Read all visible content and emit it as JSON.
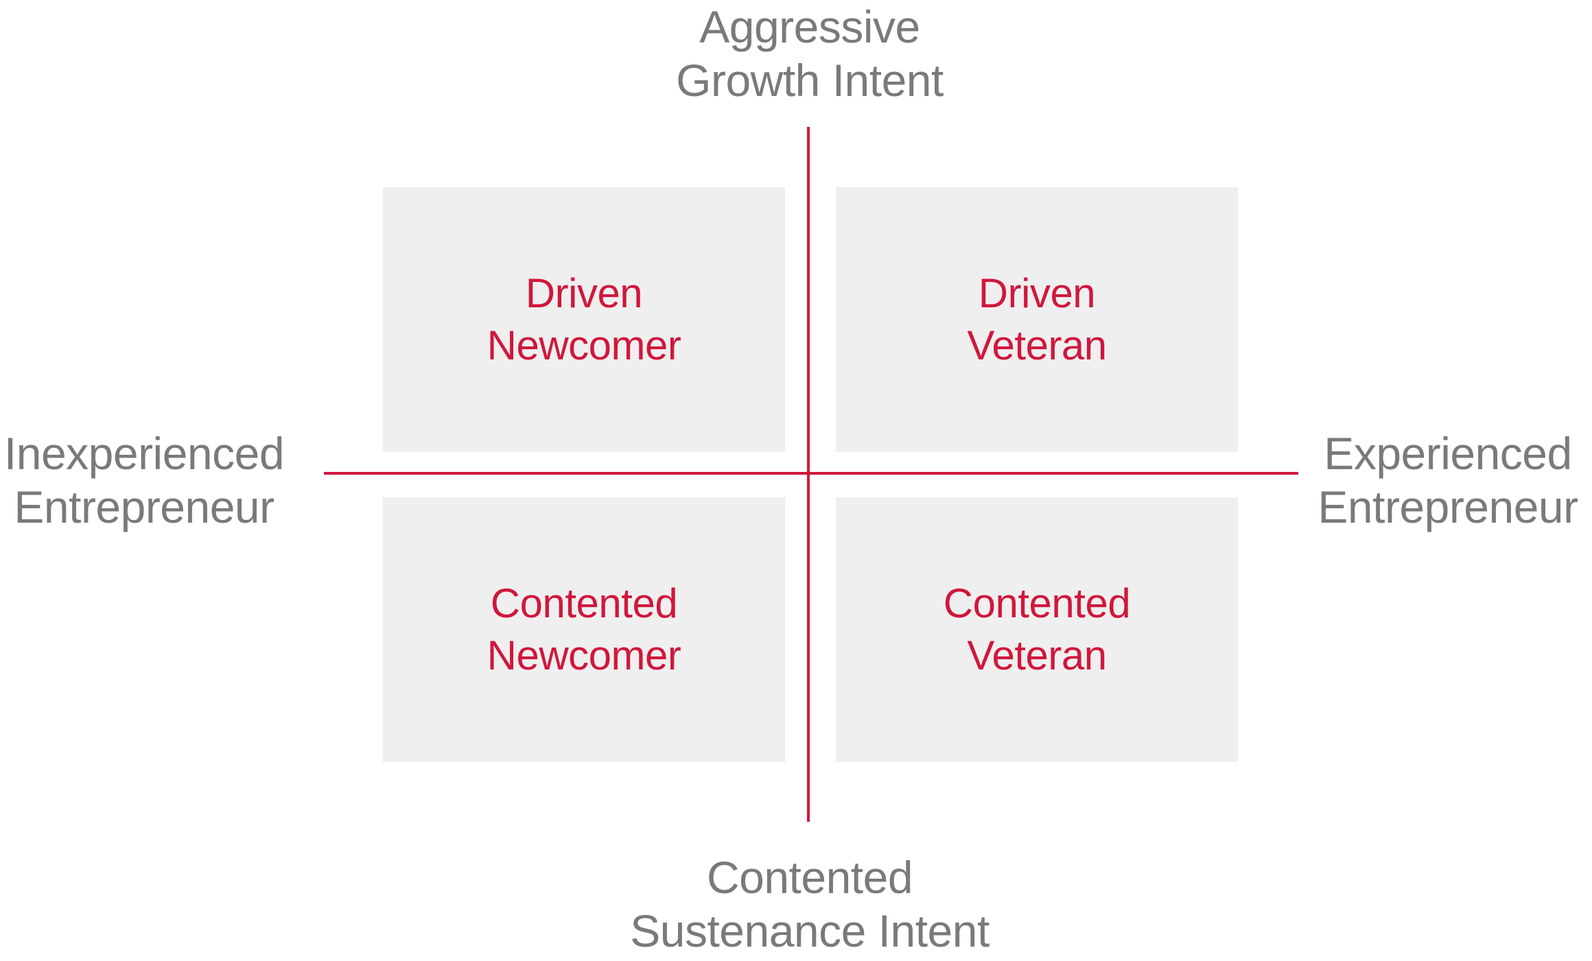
{
  "axes": {
    "top": {
      "line1": "Aggressive",
      "line2": "Growth Intent"
    },
    "bottom": {
      "line1": "Contented",
      "line2": "Sustenance Intent"
    },
    "left": {
      "line1": "Inexperienced",
      "line2": "Entrepreneur"
    },
    "right": {
      "line1": "Experienced",
      "line2": "Entrepreneur"
    }
  },
  "quadrants": {
    "top_left": {
      "line1": "Driven",
      "line2": "Newcomer"
    },
    "top_right": {
      "line1": "Driven",
      "line2": "Veteran"
    },
    "bottom_left": {
      "line1": "Contented",
      "line2": "Newcomer"
    },
    "bottom_right": {
      "line1": "Contented",
      "line2": "Veteran"
    }
  },
  "colors": {
    "accent": "#d0173c",
    "axis_text": "#7a7a7a",
    "quadrant_fill": "#efefef"
  }
}
